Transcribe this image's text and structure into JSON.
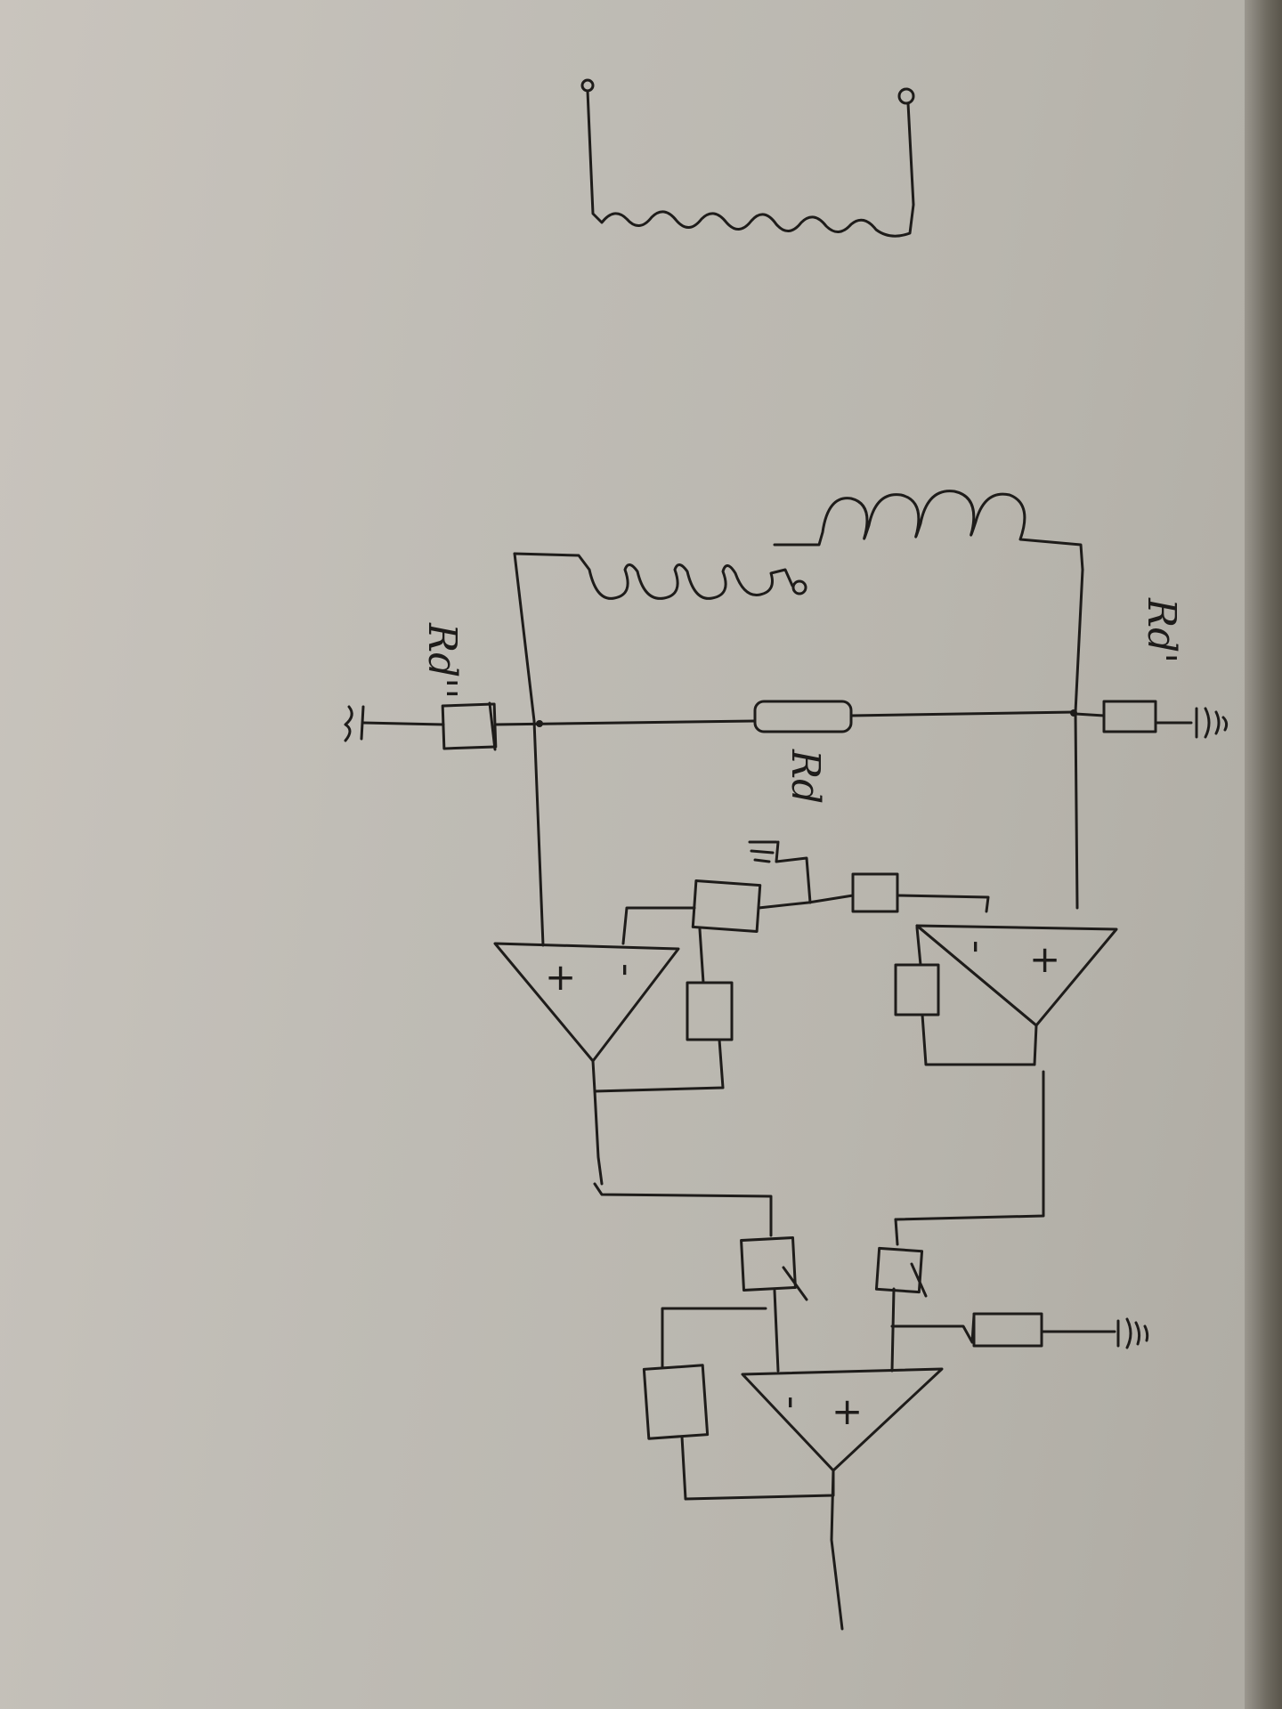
{
  "labels": {
    "rd_left": "Rd''",
    "rd_mid": "Rd",
    "rd_right": "Rd'"
  },
  "opamps": {
    "left": {
      "plus": "+",
      "minus": "-"
    },
    "right": {
      "plus": "+",
      "minus": "-"
    },
    "output": {
      "plus": "+",
      "minus": "-"
    }
  },
  "colors": {
    "ink": "#1e1c1a",
    "paper": "#c2beb7"
  }
}
